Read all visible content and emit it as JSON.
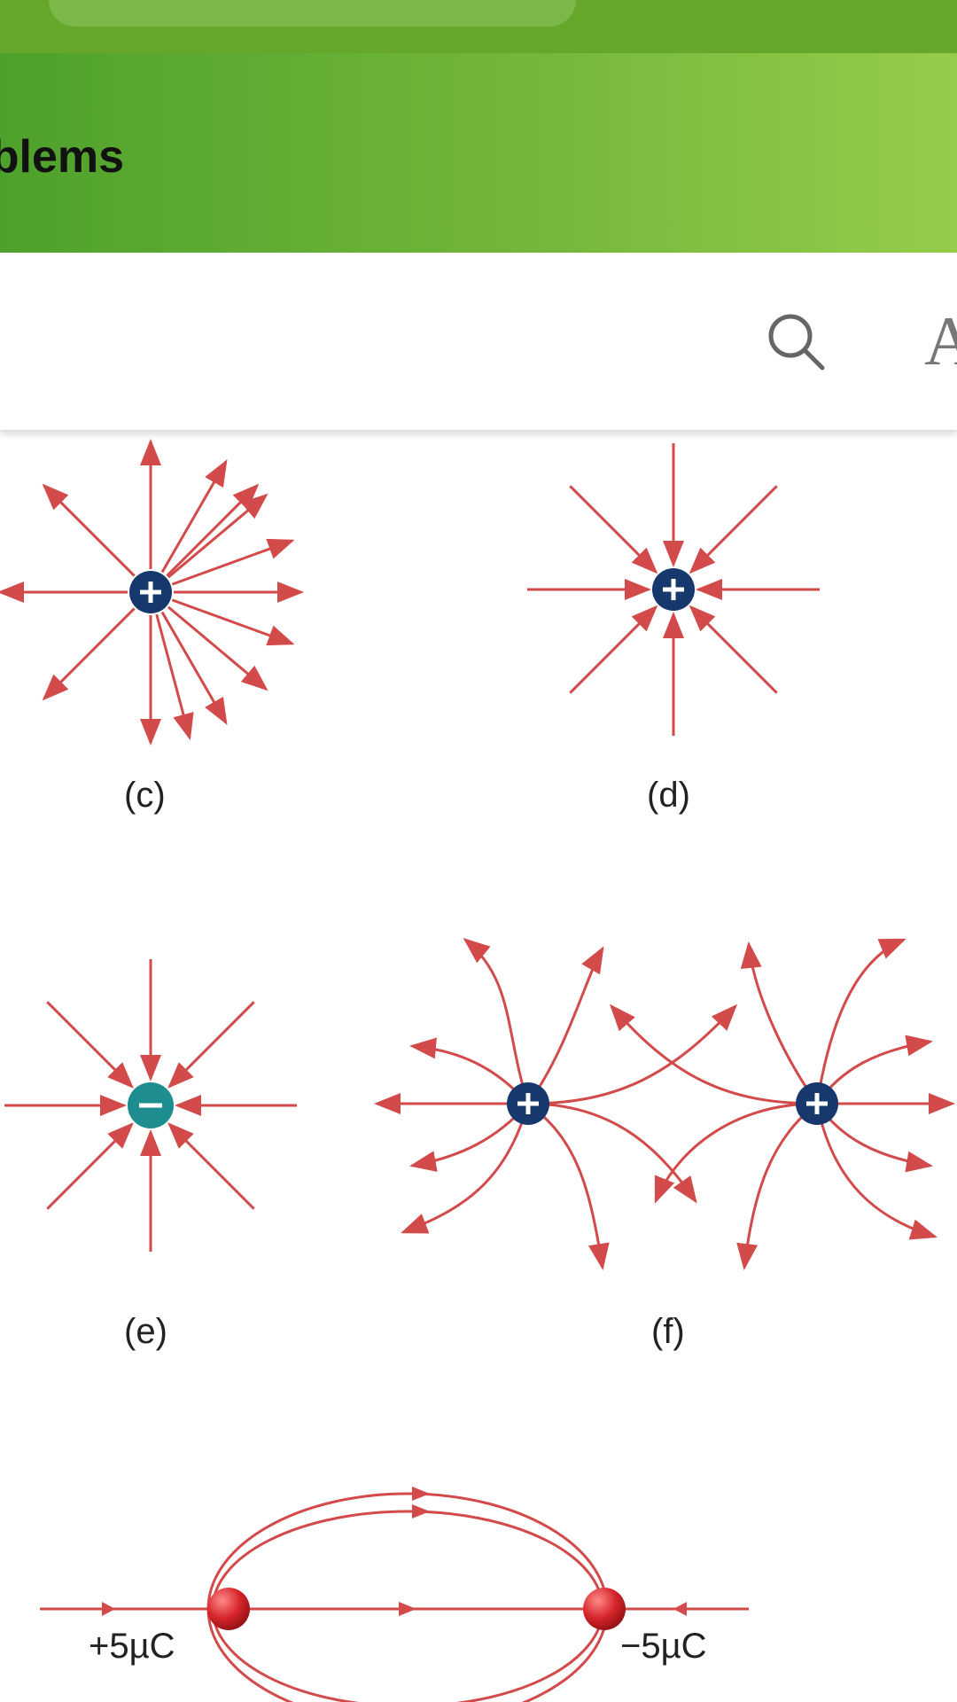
{
  "header": {
    "title": "oblems"
  },
  "toolbar": {
    "search_icon": "search-icon",
    "font_button_label": "A"
  },
  "figure": {
    "labels": {
      "c": "(c)",
      "d": "(d)",
      "e": "(e)",
      "f": "(f)"
    },
    "charges": {
      "plus_left": "+5µC",
      "minus_right": "−5µC"
    },
    "colors": {
      "field_line": "#d24a4a",
      "positive_charge": "#17386c",
      "negative_charge": "#1d8d8f",
      "point_charge": "#d6252a"
    }
  }
}
